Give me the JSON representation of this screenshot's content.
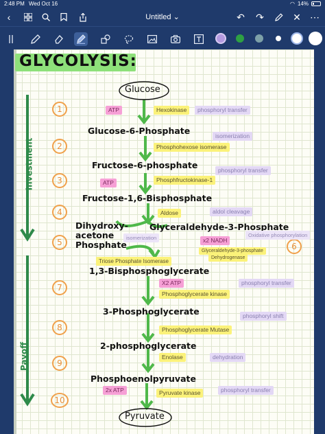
{
  "status": {
    "time": "2:48 PM",
    "date": "Wed Oct 16",
    "battery": "14%"
  },
  "nav": {
    "title": "Untitled",
    "title_chevron": "⌄"
  },
  "colors": {
    "chrome": "#1f3a6b",
    "green_dot": "#2ea043",
    "teal_dot": "#7da0a8",
    "white_dot": "#ffffff"
  },
  "note": {
    "heading": "GLYCOLYSIS:",
    "phase_investment": "Investment",
    "phase_payoff": "Payoff",
    "compounds": {
      "glucose": "Glucose",
      "g6p": "Glucose-6-Phosphate",
      "f6p": "Fructose-6-phosphate",
      "f16bp": "Fructose-1,6-Bisphosphate",
      "dhap1": "Dihydroxy-",
      "dhap2": "acetone",
      "dhap3": "Phosphate",
      "g3p": "Glyceraldehyde-3-Phosphate",
      "bpg": "1,3-Bisphosphoglycerate",
      "pg3": "3-Phosphoglycerate",
      "pg2": "2-phosphoglycerate",
      "pep": "Phosphoenolpyruvate",
      "pyruvate": "Pyruvate"
    },
    "steps": [
      "1",
      "2",
      "3",
      "4",
      "5",
      "6",
      "7",
      "8",
      "9",
      "10"
    ],
    "labels": {
      "atp1": "ATP",
      "hexokinase": "Hexokinase",
      "phos_transfer1": "phosphoryl transfer",
      "isomerization1": "isomerization",
      "phi": "Phosphohexose isomerase",
      "phos_transfer2": "phosphoryl transfer",
      "atp3": "ATP",
      "pfk": "Phosphfructokinase-1",
      "aldose": "Aldose",
      "aldol": "aldol cleavage",
      "isomerization2": "isomerization",
      "nadh": "x2 NADH",
      "oxphos": "Oxidative phosphorylation",
      "g3pdh1": "Glyceraldehyde-3-phosphate",
      "g3pdh2": "Dehydrogenase",
      "tpi": "Triose Phosphate Isomerase",
      "atp7": "X2 ATP",
      "pgk": "Phosphoglycerate kinase",
      "phos_transfer7": "phosphoryl transfer",
      "pgm": "Phosphoglycerate Mutase",
      "phos_shift": "phosphoryl shift",
      "enolase": "Enolase",
      "dehydration": "dehydration",
      "atp10": "2x ATP",
      "pk": "Pyruvate kinase",
      "phos_transfer10": "phosphoryl transfer"
    }
  }
}
